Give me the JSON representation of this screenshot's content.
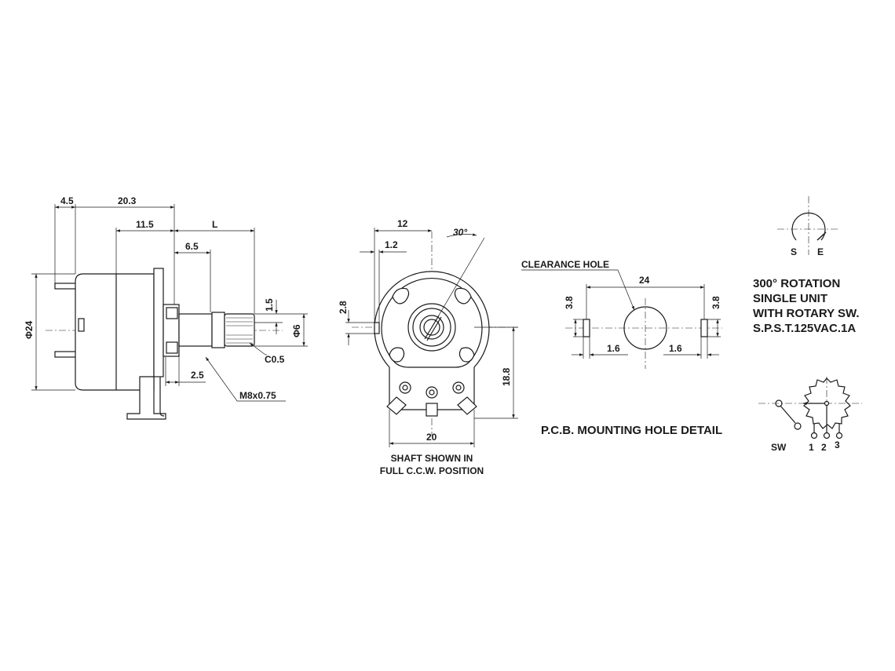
{
  "side_view": {
    "dim_4_5": "4.5",
    "dim_20_3": "20.3",
    "dim_11_5": "11.5",
    "dim_L": "L",
    "dim_6_5": "6.5",
    "dim_1_5": "1.5",
    "dim_dia6": "Φ6",
    "dim_c0_5": "C0.5",
    "dim_dia24": "Φ24",
    "dim_2_5": "2.5",
    "thread": "M8x0.75"
  },
  "front_view": {
    "dim_12": "12",
    "angle_30": "30°",
    "dim_1_2": "1.2",
    "dim_2_8": "2.8",
    "dim_18_8": "18.8",
    "dim_20": "20",
    "caption_line1": "SHAFT SHOWN IN",
    "caption_line2": "FULL C.C.W. POSITION"
  },
  "pcb_detail": {
    "clearance_label": "CLEARANCE HOLE",
    "dim_24": "24",
    "dim_3_8_left": "3.8",
    "dim_3_8_right": "3.8",
    "dim_1_6_left": "1.6",
    "dim_1_6_right": "1.6",
    "title": "P.C.B. MOUNTING HOLE DETAIL"
  },
  "rotation_symbol": {
    "label_s": "S",
    "label_e": "E"
  },
  "spec_notes": [
    "300° ROTATION",
    "SINGLE UNIT",
    "WITH ROTARY SW.",
    "S.P.S.T.125VAC.1A"
  ],
  "schematic": {
    "sw_label": "SW",
    "pin_1": "1",
    "pin_2": "2",
    "pin_3": "3"
  }
}
